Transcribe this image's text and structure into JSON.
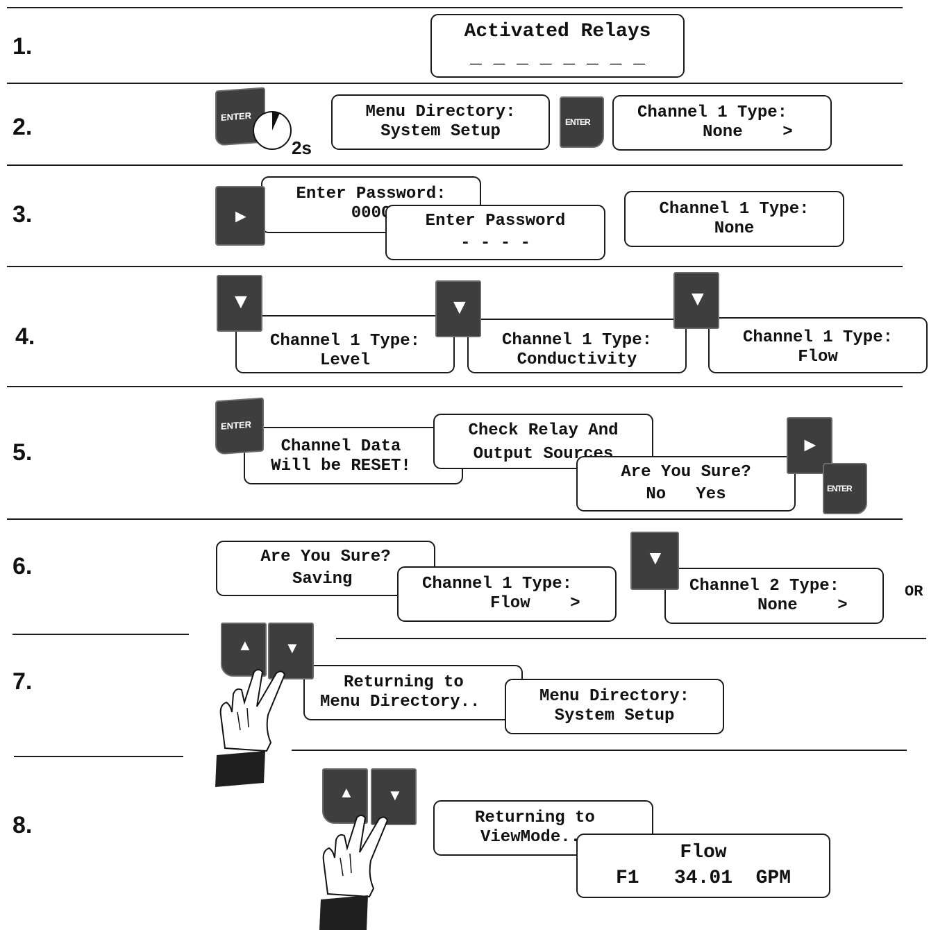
{
  "steps": [
    "1.",
    "2.",
    "3.",
    "4.",
    "5.",
    "6.",
    "7.",
    "8."
  ],
  "screens": {
    "s1": [
      "Activated Relays",
      "_ _ _ _ _ _ _ _"
    ],
    "s2a": [
      "Menu Directory:",
      "System Setup"
    ],
    "s2b": [
      "Channel 1 Type:",
      "None    >"
    ],
    "s3a": [
      "Enter Password:",
      "0000"
    ],
    "s3b": [
      "Enter Password",
      "- - - -"
    ],
    "s3c": [
      "Channel 1 Type:",
      "None"
    ],
    "s4a": [
      "Channel 1 Type:",
      "Level"
    ],
    "s4b": [
      "Channel 1 Type:",
      "Conductivity"
    ],
    "s4c": [
      "Channel 1 Type:",
      "Flow"
    ],
    "s5a": [
      "Channel Data",
      "Will be RESET!"
    ],
    "s5b": [
      "Check Relay And",
      "Output Sources"
    ],
    "s5c": [
      "Are You Sure?",
      "No   Yes"
    ],
    "s6a": [
      "Are You Sure?",
      "Saving"
    ],
    "s6b": [
      "Channel 1 Type:",
      "Flow    >"
    ],
    "s6c": [
      "Channel 2 Type:",
      "None    >"
    ],
    "s7a": [
      "Returning to",
      "Menu Directory.."
    ],
    "s7b": [
      "Menu Directory:",
      "System Setup"
    ],
    "s8a": [
      "Returning to",
      "ViewMode.."
    ],
    "s8b": [
      "Flow",
      "F1   34.01  GPM"
    ]
  },
  "keys": {
    "enter_label": "ENTER",
    "hold_time": "2s",
    "right_arrow": "►",
    "down_arrow": "▼",
    "up_arrow": "▲"
  },
  "or_label": "OR",
  "colors": {
    "key_fill": "#3e3e3e",
    "key_border": "#6b6b6b",
    "line": "#1a1a1a"
  }
}
